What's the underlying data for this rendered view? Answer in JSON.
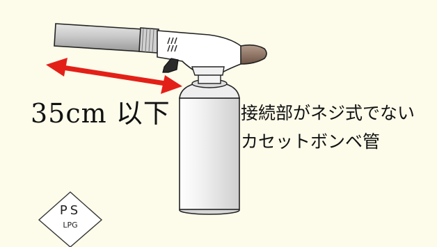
{
  "length_label": "35cm 以下",
  "description": {
    "line1": "接続部がネジ式でない",
    "line2": "カセットボンベ管"
  },
  "mark": {
    "top": "PS",
    "bottom": "LPG"
  },
  "colors": {
    "background": "#fdfbea",
    "arrow": "#e32018",
    "nozzle": "#8c7060",
    "canister": "#e8e8e8",
    "outline": "#222222"
  }
}
